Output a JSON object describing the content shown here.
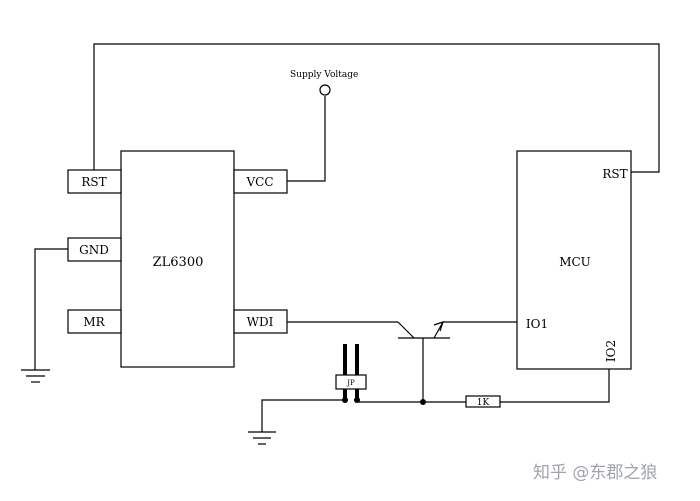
{
  "diagram": {
    "supply_label": "Supply Voltage",
    "chip": {
      "name": "ZL6300",
      "pins": {
        "rst": "RST",
        "gnd": "GND",
        "mr": "MR",
        "vcc": "VCC",
        "wdi": "WDI"
      }
    },
    "mcu": {
      "name": "MCU",
      "pins": {
        "rst": "RST",
        "io1": "IO1",
        "io2": "IO2"
      }
    },
    "jumper_label": "JP",
    "resistor_label": "1K"
  },
  "watermark": {
    "text": "知乎 @东郡之狼"
  }
}
